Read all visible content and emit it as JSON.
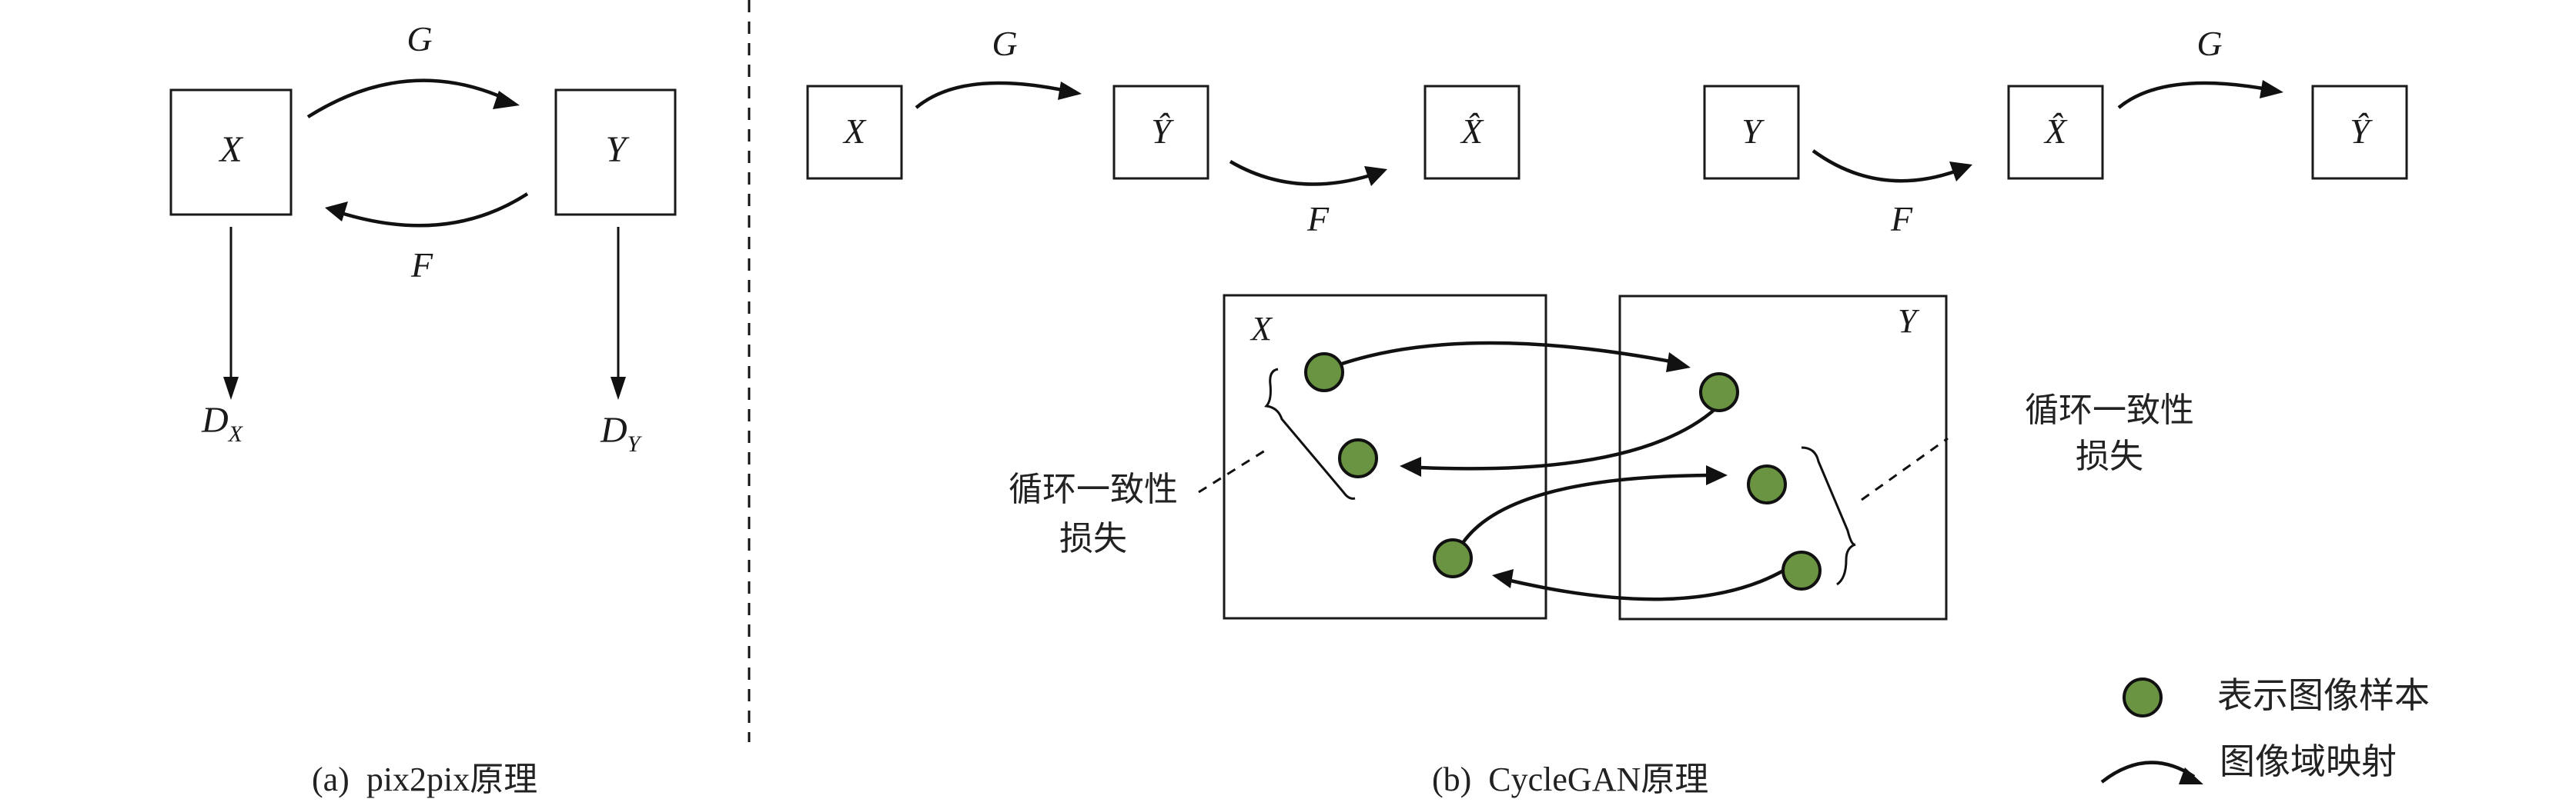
{
  "colors": {
    "sample_fill": "#6a9442",
    "stroke": "#111111",
    "background": "#ffffff"
  },
  "panel_a": {
    "caption": "(a)  pix2pix原理",
    "box_x": "X",
    "box_y": "Y",
    "map_g": "G",
    "map_f": "F",
    "disc_x": "D",
    "disc_x_sub": "X",
    "disc_y": "D",
    "disc_y_sub": "Y"
  },
  "panel_b": {
    "caption": "(b)  CycleGAN原理",
    "forward_cycle": {
      "nodes": [
        "X",
        "Ŷ",
        "X̂"
      ],
      "g_label": "G",
      "f_label": "F"
    },
    "backward_cycle": {
      "nodes": [
        "Y",
        "X̂",
        "Ŷ"
      ],
      "f_label": "F",
      "g_label": "G"
    },
    "domain_x_label": "X",
    "domain_y_label": "Y",
    "cycle_loss_left": [
      "循环一致性",
      "损失"
    ],
    "cycle_loss_right": [
      "循环一致性",
      "损失"
    ]
  },
  "legend": {
    "sample_label": "表示图像样本",
    "mapping_label": "图像域映射"
  }
}
